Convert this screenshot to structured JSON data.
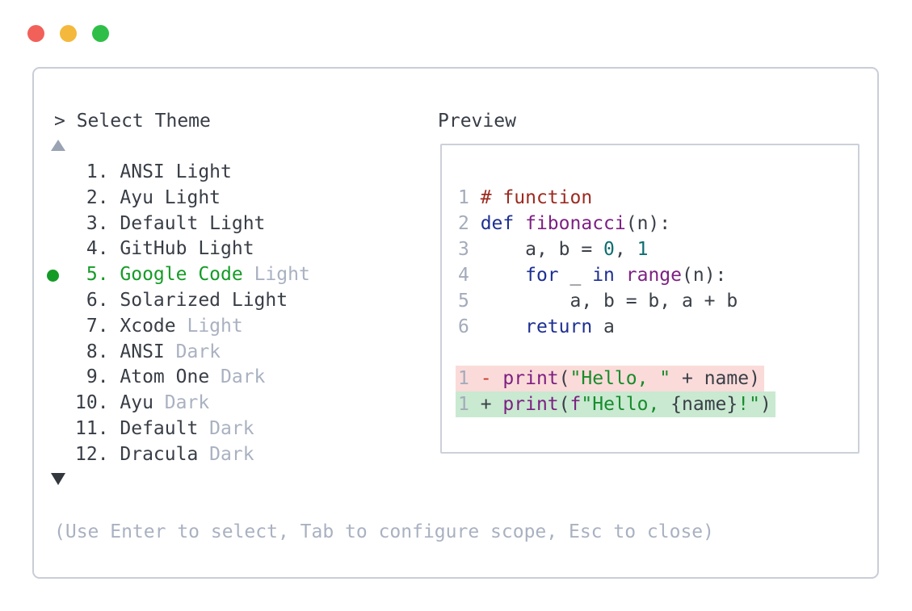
{
  "colors": {
    "list_text": "#383d46",
    "muted": "#a9b1c1",
    "selected_green": "#149b26",
    "line_number": "#a3abbb",
    "plain": "#3a3f48",
    "keyword": "#1d2f92",
    "function": "#7d2082",
    "comment": "#9c2a20",
    "number": "#0e6e71",
    "string": "#178c2b",
    "minus": "#c23b31",
    "removed_bg": "#fadbd9",
    "added_bg": "#c9e9d1",
    "panel_border": "#c9cdd7",
    "preview_border": "#ccd0d9",
    "traffic_red": "#f2605a",
    "traffic_yellow": "#f4b93c",
    "traffic_green": "#2fbf48",
    "scroll_up": "#99a3b3",
    "scroll_down": "#33373e"
  },
  "window": {
    "traffic_lights": [
      "close",
      "minimize",
      "zoom"
    ]
  },
  "theme_selector": {
    "prompt": "> Select Theme",
    "scroll_up_icon": "triangle-up",
    "scroll_down_icon": "triangle-down",
    "items": [
      {
        "number": "1",
        "name": "ANSI Light",
        "suffix": "",
        "selected": false
      },
      {
        "number": "2",
        "name": "Ayu Light",
        "suffix": "",
        "selected": false
      },
      {
        "number": "3",
        "name": "Default Light",
        "suffix": "",
        "selected": false
      },
      {
        "number": "4",
        "name": "GitHub Light",
        "suffix": "",
        "selected": false
      },
      {
        "number": "5",
        "name": "Google Code",
        "suffix": "Light",
        "selected": true
      },
      {
        "number": "6",
        "name": "Solarized Light",
        "suffix": "",
        "selected": false
      },
      {
        "number": "7",
        "name": "Xcode",
        "suffix": "Light",
        "selected": false
      },
      {
        "number": "8",
        "name": "ANSI",
        "suffix": "Dark",
        "selected": false
      },
      {
        "number": "9",
        "name": "Atom One",
        "suffix": "Dark",
        "selected": false
      },
      {
        "number": "10",
        "name": "Ayu",
        "suffix": "Dark",
        "selected": false
      },
      {
        "number": "11",
        "name": "Default",
        "suffix": "Dark",
        "selected": false
      },
      {
        "number": "12",
        "name": "Dracula",
        "suffix": "Dark",
        "selected": false
      }
    ],
    "hint": "(Use Enter to select, Tab to configure scope, Esc to close)"
  },
  "preview": {
    "title": "Preview",
    "code_lines": [
      {
        "num": "1",
        "tokens": [
          [
            "# function",
            "comment"
          ]
        ]
      },
      {
        "num": "2",
        "tokens": [
          [
            "def",
            "keyword"
          ],
          [
            " ",
            "plain"
          ],
          [
            "fibonacci",
            "function"
          ],
          [
            "(n):",
            "plain"
          ]
        ]
      },
      {
        "num": "3",
        "tokens": [
          [
            "    a, b = ",
            "plain"
          ],
          [
            "0",
            "number"
          ],
          [
            ", ",
            "plain"
          ],
          [
            "1",
            "number"
          ]
        ]
      },
      {
        "num": "4",
        "tokens": [
          [
            "    ",
            "plain"
          ],
          [
            "for",
            "keyword"
          ],
          [
            " _ ",
            "plain"
          ],
          [
            "in",
            "keyword"
          ],
          [
            " ",
            "plain"
          ],
          [
            "range",
            "function"
          ],
          [
            "(n):",
            "plain"
          ]
        ]
      },
      {
        "num": "5",
        "tokens": [
          [
            "        a, b = b, a + b",
            "plain"
          ]
        ]
      },
      {
        "num": "6",
        "tokens": [
          [
            "    ",
            "plain"
          ],
          [
            "return",
            "keyword"
          ],
          [
            " a",
            "plain"
          ]
        ]
      },
      {
        "num": "",
        "tokens": []
      },
      {
        "num": "1",
        "bg": "removed",
        "tokens": [
          [
            "-",
            "minus"
          ],
          [
            " ",
            "plain"
          ],
          [
            "print",
            "function"
          ],
          [
            "(",
            "plain"
          ],
          [
            "\"Hello, \"",
            "string"
          ],
          [
            " + name)",
            "plain"
          ]
        ]
      },
      {
        "num": "1",
        "bg": "added",
        "tokens": [
          [
            "+",
            "plain"
          ],
          [
            " ",
            "plain"
          ],
          [
            "print",
            "function"
          ],
          [
            "(",
            "plain"
          ],
          [
            "f",
            "function"
          ],
          [
            "\"Hello, ",
            "string"
          ],
          [
            "{name}",
            "plain"
          ],
          [
            "!\"",
            "string"
          ],
          [
            ")",
            "plain"
          ]
        ]
      }
    ]
  }
}
